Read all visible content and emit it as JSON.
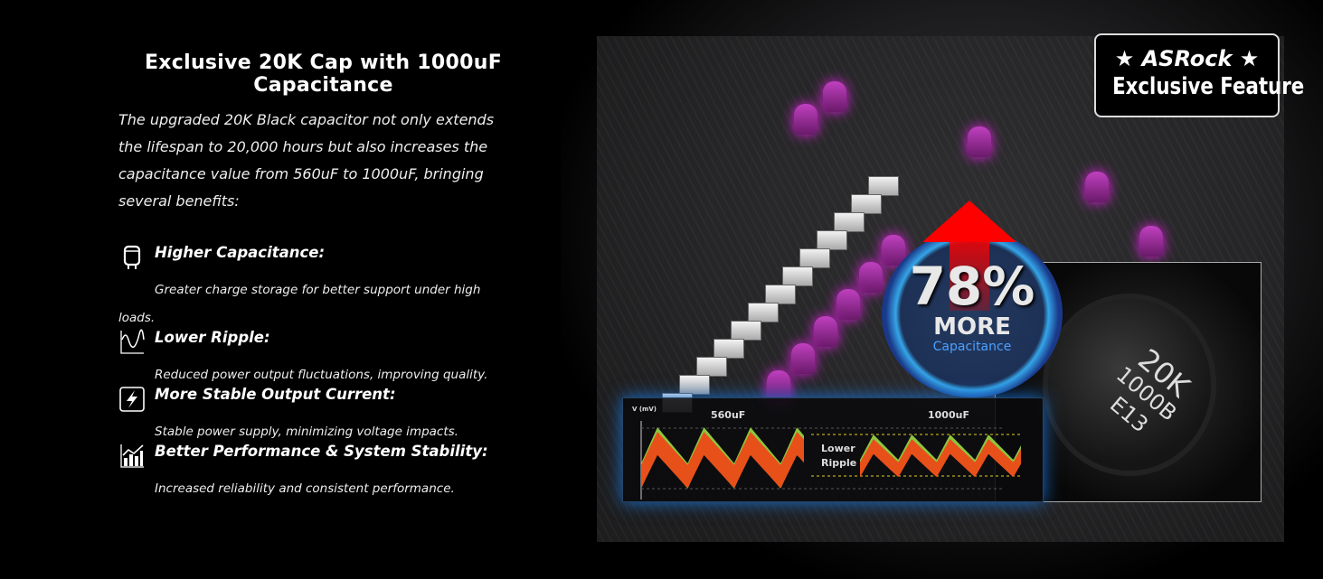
{
  "title": "Exclusive 20K Cap with 1000uF Capacitance",
  "intro": "The upgraded 20K Black capacitor not only extends the lifespan to 20,000 hours but also increases the capacitance value from 560uF to 1000uF, bringing several benefits:",
  "benefits": [
    {
      "icon": "capacitor-icon",
      "heading": "Higher Capacitance:",
      "description": "Greater charge storage for better support under high loads."
    },
    {
      "icon": "ripple-wave-icon",
      "heading": "Lower Ripple:",
      "description": "Reduced power output fluctuations, improving quality."
    },
    {
      "icon": "lightning-icon",
      "heading": "More Stable Output Current:",
      "description": "Stable power supply, minimizing voltage impacts."
    },
    {
      "icon": "growth-chart-icon",
      "heading": "Better Performance & System Stability:",
      "description": "Increased reliability and consistent performance."
    }
  ],
  "visual": {
    "badge": {
      "brand": "★ ASRock ★",
      "label": "Exclusive Feature"
    },
    "callout": {
      "percent": "78%",
      "more": "MORE",
      "caption": "Capacitance"
    },
    "capacitor_marking": [
      "20K",
      "1000B",
      "E13"
    ],
    "ripple_chart": {
      "y_label": "V (mV)",
      "left_label": "560uF",
      "right_label": "1000uF",
      "annotation": [
        "Lower",
        "Ripple"
      ]
    },
    "colors": {
      "ripple_fill": "#e8501a",
      "ripple_edge": "#8cc63f",
      "arrow": "#ff0000",
      "glow": "#1a6fd0",
      "cap_glow": "#e020e0"
    }
  }
}
